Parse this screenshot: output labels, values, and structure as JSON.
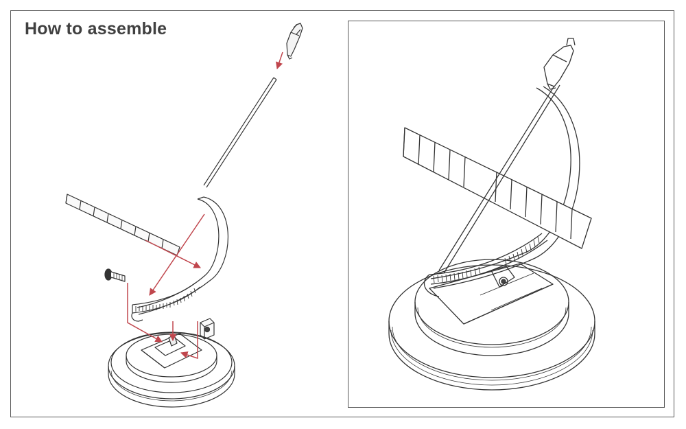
{
  "title": "How to assemble",
  "colors": {
    "line": "#333333",
    "arrow": "#c0464d",
    "frame": "#555555",
    "title": "#404040"
  },
  "views": [
    {
      "name": "exploded-view",
      "icon": "exploded-sundial-drawing"
    },
    {
      "name": "assembled-view",
      "icon": "assembled-sundial-drawing"
    }
  ]
}
